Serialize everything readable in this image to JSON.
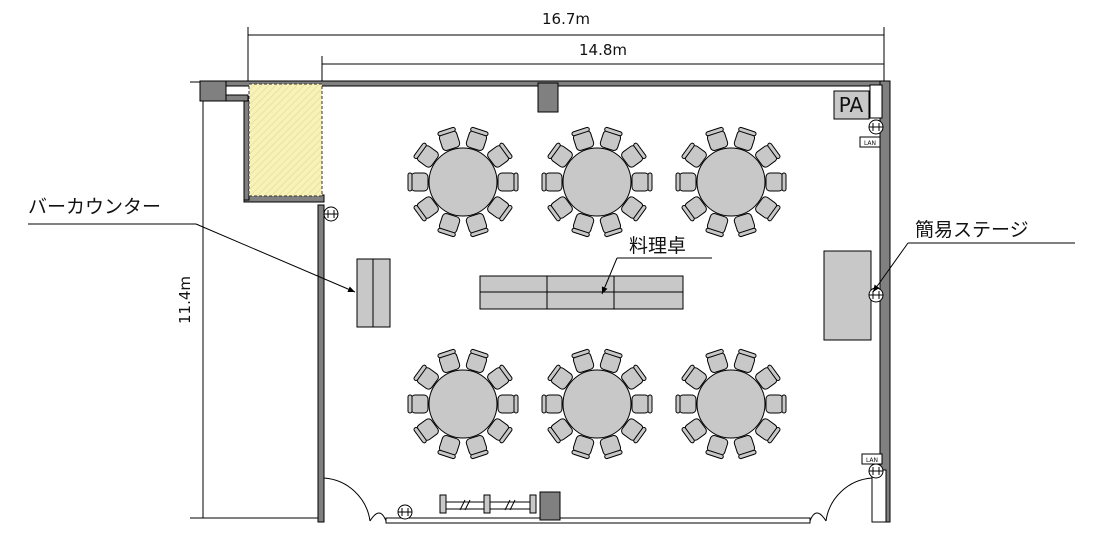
{
  "dimensions": {
    "overall_width": "16.7m",
    "inner_width": "14.8m",
    "height": "11.4m"
  },
  "labels": {
    "bar_counter": "バーカウンター",
    "cooking_table": "料理卓",
    "stage": "簡易ステージ",
    "pa": "PA",
    "lan_top": "LAN",
    "lan_bottom": "LAN"
  },
  "round_tables": {
    "count": 6,
    "chairs_per_table": 10
  },
  "colors": {
    "wall": "#808080",
    "furniture": "#c8c8c8",
    "bar_area": "#f7f2b8",
    "line": "#000000"
  }
}
